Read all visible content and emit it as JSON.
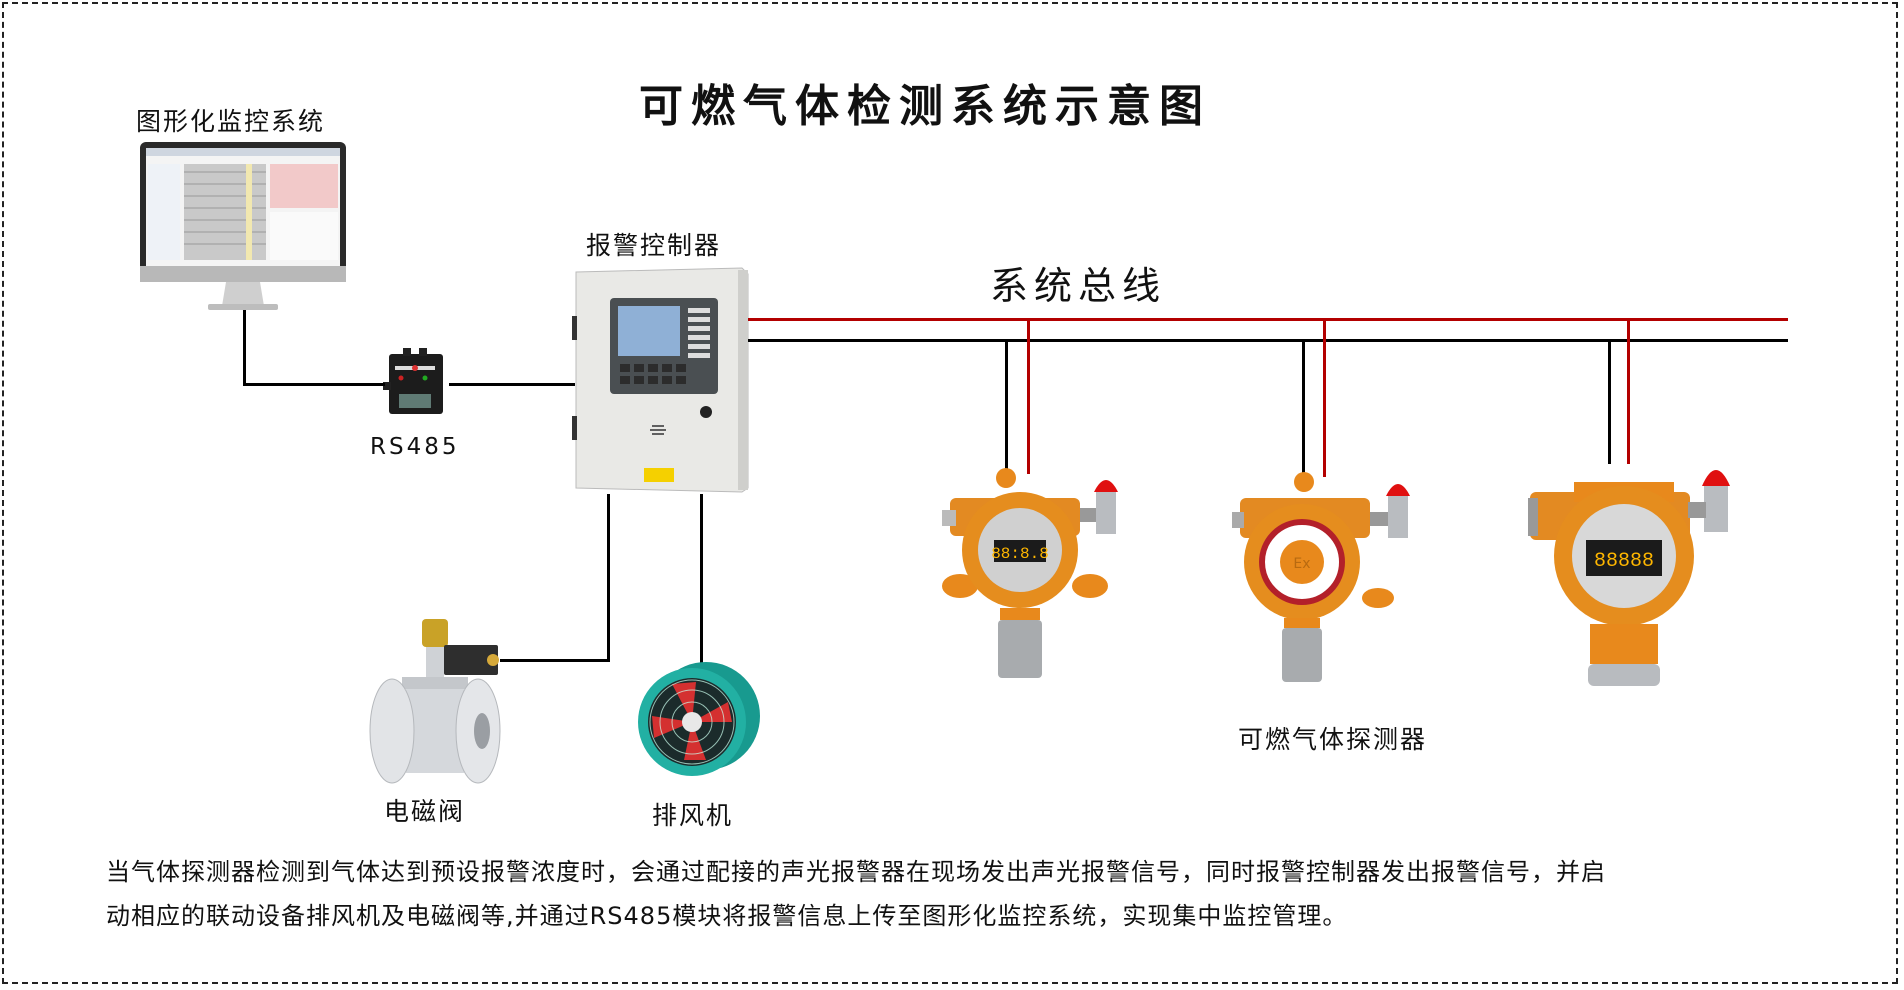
{
  "diagram": {
    "title": "可燃气体检测系统示意图",
    "nodes": {
      "monitor": {
        "label": "图形化监控系统",
        "icon": "monitor-icon"
      },
      "controller": {
        "label": "报警控制器",
        "icon": "alarm-controller-icon"
      },
      "rs485": {
        "label": "RS485",
        "icon": "rs485-module-icon"
      },
      "bus": {
        "label": "系统总线"
      },
      "valve": {
        "label": "电磁阀",
        "icon": "solenoid-valve-icon"
      },
      "fan": {
        "label": "排风机",
        "icon": "exhaust-fan-icon"
      },
      "detectors": {
        "label": "可燃气体探测器",
        "items": [
          {
            "icon": "gas-detector-icon",
            "display": "88:8.8"
          },
          {
            "icon": "gas-detector-icon",
            "display": "Ex"
          },
          {
            "icon": "gas-detector-icon",
            "display": "88888"
          }
        ]
      }
    },
    "colors": {
      "bus_positive": "#b30000",
      "bus_negative": "#000000",
      "detector_body": "#e8891c",
      "beacon": "#e01010",
      "fan": "#1aa89c"
    },
    "description": {
      "line1": "当气体探测器检测到气体达到预设报警浓度时，会通过配接的声光报警器在现场发出声光报警信号，同时报警控制器发出报警信号，并启",
      "line2": "动相应的联动设备排风机及电磁阀等,并通过RS485模块将报警信息上传至图形化监控系统，实现集中监控管理。"
    }
  }
}
